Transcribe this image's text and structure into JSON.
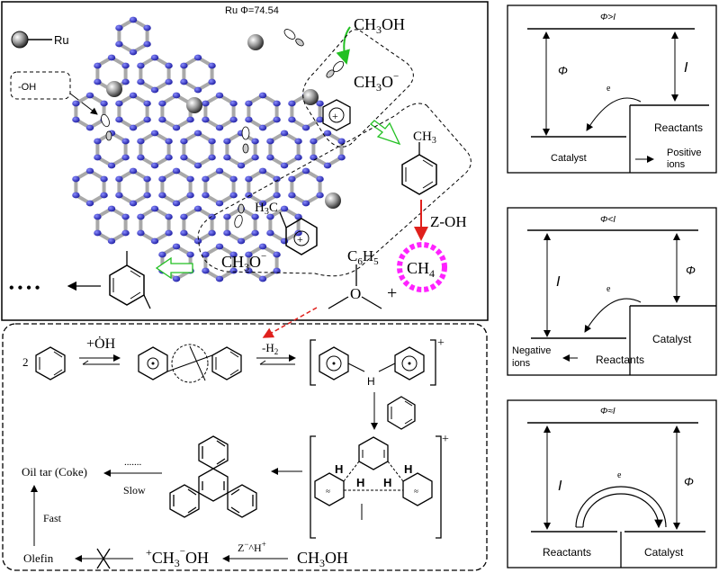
{
  "top_panel": {
    "header": "Ru  Φ=74.54",
    "legend_ru_label": "Ru",
    "oh_box_label": "-OH",
    "ch3oh_label": "CH3OH",
    "ch3o_label": "CH3O",
    "ch3_label": "CH3",
    "zoh_label": "Z-OH",
    "ch4_label": "CH4",
    "h3c_label": "H3C",
    "ch3o_minus_label": "CH3O",
    "c6h5_label": "C6H5",
    "o_label": "O",
    "plus_sign": "+",
    "dots_label": "• • • •"
  },
  "bottom_panel": {
    "coef_2": "2",
    "oh_plus": "+ȮH",
    "minus_h2": "-H2",
    "plus_charge": "+",
    "h_label": "H",
    "oil_tar": "Oil tar (Coke)",
    "dotted": ".......",
    "slow": "Slow",
    "fast": "Fast",
    "olefin": "Olefin",
    "ch2oh": "ĊH3OH",
    "zh": "Z⁻^H⁺",
    "ch3oh": "CH3OH",
    "hh_labels": [
      "H",
      "H",
      "H",
      "H"
    ]
  },
  "energy_diagrams": [
    {
      "title": "Φ>I",
      "left_arrow": "Φ",
      "right_arrow": "I",
      "electron": "e",
      "left_level": "Catalyst",
      "right_level": "Reactants",
      "ions": "Positive ions"
    },
    {
      "title": "Φ<I",
      "left_arrow": "I",
      "right_arrow": "Φ",
      "electron": "e",
      "left_level": "Reactants",
      "right_level": "Catalyst",
      "ions": "Negative ions"
    },
    {
      "title": "Φ≈I",
      "left_arrow": "I",
      "right_arrow": "Φ",
      "electron": "e",
      "left_level": "Reactants",
      "right_level": "Catalyst"
    }
  ]
}
